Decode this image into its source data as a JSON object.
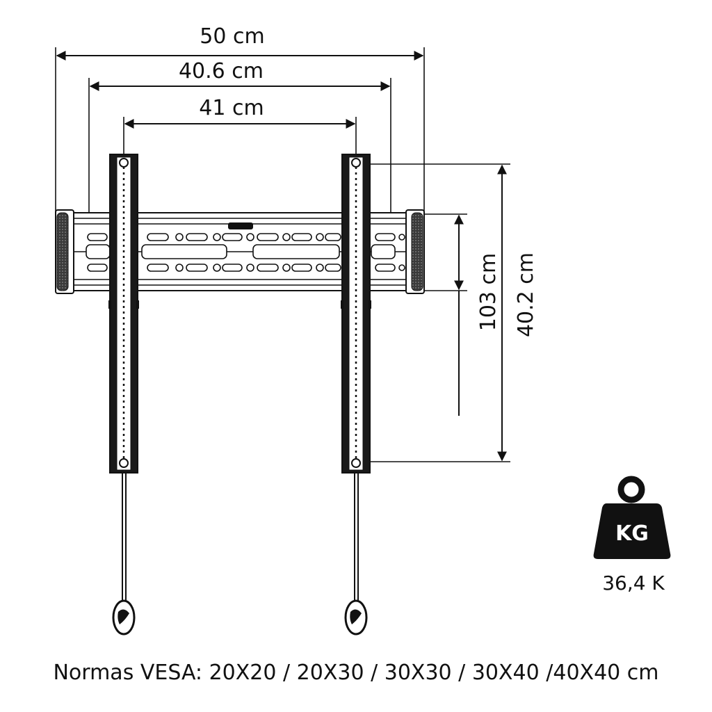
{
  "dimensions": {
    "total_width": "50 cm",
    "outer_spacing": "40.6 cm",
    "inner_spacing": "41 cm",
    "plate_height": "103 cm",
    "arm_height": "40.2 cm"
  },
  "weight": {
    "badge": "KG",
    "capacity": "36,4 K",
    "icon": "weight-icon"
  },
  "vesa": {
    "text": "Normas VESA: 20X20 / 20X30 / 30X30 / 30X40 /40X40 cm"
  }
}
